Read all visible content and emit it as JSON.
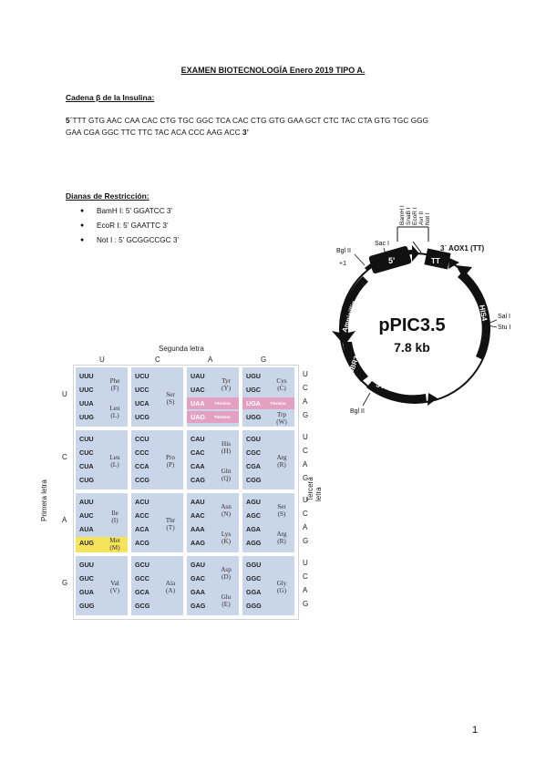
{
  "title": "EXAMEN BIOTECNOLOGÍA Enero 2019 TIPO A.",
  "insulin_heading": "Cadena β de la Insulina:",
  "sequence": {
    "prime5": "5´",
    "line1": "TTT GTG AAC CAA CAC CTG TGC GGC TCA CAC CTG GTG GAA GCT CTC TAC CTA GTG TGC GGG",
    "line2": "GAA CGA GGC TTC TTC TAC ACA CCC AAG ACC",
    "prime3": "3’"
  },
  "restriction_heading": "Dianas de Restricción:",
  "restriction_sites": [
    "BamH I: 5’ GGATCC 3’",
    "EcoR I: 5’ GAATTC 3’",
    "Not I : 5’ GCGGCCGC 3’"
  ],
  "plasmid": {
    "name": "pPIC3.5",
    "size": "7.8 kb",
    "mcs_sites": [
      "BamH I",
      "SnaB I",
      "EcoR I",
      "Avr II",
      "Not I"
    ],
    "labels": {
      "bgl_top": "Bgl II",
      "sac": "Sac I",
      "plus1": "+1",
      "five_prime": "5'",
      "tt": "TT",
      "aox_tt": "3´ AOX1 (TT)",
      "his4": "HIS4",
      "sal": "Sal I",
      "stu": "Stu I",
      "aox1": "3'AOX1",
      "bgl_bottom": "Bgl II",
      "pbr": "pBR322",
      "amp": "Ampicillin"
    }
  },
  "codon_table": {
    "second_letter_title": "Segunda letra",
    "first_letter_title": "Primera letra",
    "third_letter_title": "Tercera letra",
    "bases": [
      "U",
      "C",
      "A",
      "G"
    ],
    "stop_word": "Término",
    "rows": [
      {
        "first": "U",
        "cells": [
          {
            "codons": [
              "UUU",
              "UUC",
              "UUA",
              "UUG"
            ],
            "aa": [
              {
                "name": "Phe\n(F)",
                "span": [
                  0,
                  1
                ]
              },
              {
                "name": "Leu\n(L)",
                "span": [
                  2,
                  3
                ]
              }
            ]
          },
          {
            "codons": [
              "UCU",
              "UCC",
              "UCA",
              "UCG"
            ],
            "aa": [
              {
                "name": "Ser\n(S)",
                "span": [
                  0,
                  3
                ]
              }
            ]
          },
          {
            "codons": [
              "UAU",
              "UAC",
              "UAA",
              "UAG"
            ],
            "aa": [
              {
                "name": "Tyr\n(Y)",
                "span": [
                  0,
                  1
                ]
              }
            ],
            "stops": [
              2,
              3
            ]
          },
          {
            "codons": [
              "UGU",
              "UGC",
              "UGA",
              "UGG"
            ],
            "aa": [
              {
                "name": "Cys\n(C)",
                "span": [
                  0,
                  1
                ]
              },
              {
                "name": "Trp\n(W)",
                "span": [
                  3,
                  3
                ]
              }
            ],
            "stops": [
              2
            ]
          }
        ]
      },
      {
        "first": "C",
        "cells": [
          {
            "codons": [
              "CUU",
              "CUC",
              "CUA",
              "CUG"
            ],
            "aa": [
              {
                "name": "Leu\n(L)",
                "span": [
                  0,
                  3
                ]
              }
            ]
          },
          {
            "codons": [
              "CCU",
              "CCC",
              "CCA",
              "CCG"
            ],
            "aa": [
              {
                "name": "Pro\n(P)",
                "span": [
                  0,
                  3
                ]
              }
            ]
          },
          {
            "codons": [
              "CAU",
              "CAC",
              "CAA",
              "CAG"
            ],
            "aa": [
              {
                "name": "His\n(H)",
                "span": [
                  0,
                  1
                ]
              },
              {
                "name": "Gln\n(Q)",
                "span": [
                  2,
                  3
                ]
              }
            ]
          },
          {
            "codons": [
              "CGU",
              "CGC",
              "CGA",
              "CGG"
            ],
            "aa": [
              {
                "name": "Arg\n(R)",
                "span": [
                  0,
                  3
                ]
              }
            ]
          }
        ]
      },
      {
        "first": "A",
        "cells": [
          {
            "codons": [
              "AUU",
              "AUC",
              "AUA",
              "AUG"
            ],
            "aa": [
              {
                "name": "Ile\n(I)",
                "span": [
                  0,
                  2
                ]
              },
              {
                "name": "Met\n(M)",
                "span": [
                  3,
                  3
                ]
              }
            ],
            "start": [
              3
            ]
          },
          {
            "codons": [
              "ACU",
              "ACC",
              "ACA",
              "ACG"
            ],
            "aa": [
              {
                "name": "Thr\n(T)",
                "span": [
                  0,
                  3
                ]
              }
            ]
          },
          {
            "codons": [
              "AAU",
              "AAC",
              "AAA",
              "AAG"
            ],
            "aa": [
              {
                "name": "Asn\n(N)",
                "span": [
                  0,
                  1
                ]
              },
              {
                "name": "Lys\n(K)",
                "span": [
                  2,
                  3
                ]
              }
            ]
          },
          {
            "codons": [
              "AGU",
              "AGC",
              "AGA",
              "AGG"
            ],
            "aa": [
              {
                "name": "Ser\n(S)",
                "span": [
                  0,
                  1
                ]
              },
              {
                "name": "Arg\n(R)",
                "span": [
                  2,
                  3
                ]
              }
            ]
          }
        ]
      },
      {
        "first": "G",
        "cells": [
          {
            "codons": [
              "GUU",
              "GUC",
              "GUA",
              "GUG"
            ],
            "aa": [
              {
                "name": "Val\n(V)",
                "span": [
                  0,
                  3
                ]
              }
            ]
          },
          {
            "codons": [
              "GCU",
              "GCC",
              "GCA",
              "GCG"
            ],
            "aa": [
              {
                "name": "Ala\n(A)",
                "span": [
                  0,
                  3
                ]
              }
            ]
          },
          {
            "codons": [
              "GAU",
              "GAC",
              "GAA",
              "GAG"
            ],
            "aa": [
              {
                "name": "Asp\n(D)",
                "span": [
                  0,
                  1
                ]
              },
              {
                "name": "Glu\n(E)",
                "span": [
                  2,
                  3
                ]
              }
            ]
          },
          {
            "codons": [
              "GGU",
              "GGC",
              "GGA",
              "GGG"
            ],
            "aa": [
              {
                "name": "Gly\n(G)",
                "span": [
                  0,
                  3
                ]
              }
            ]
          }
        ]
      }
    ]
  },
  "page_number": "1",
  "colors": {
    "block": "#c9d5e8",
    "stop": "#e4a0c0",
    "start": "#f5e35b"
  }
}
